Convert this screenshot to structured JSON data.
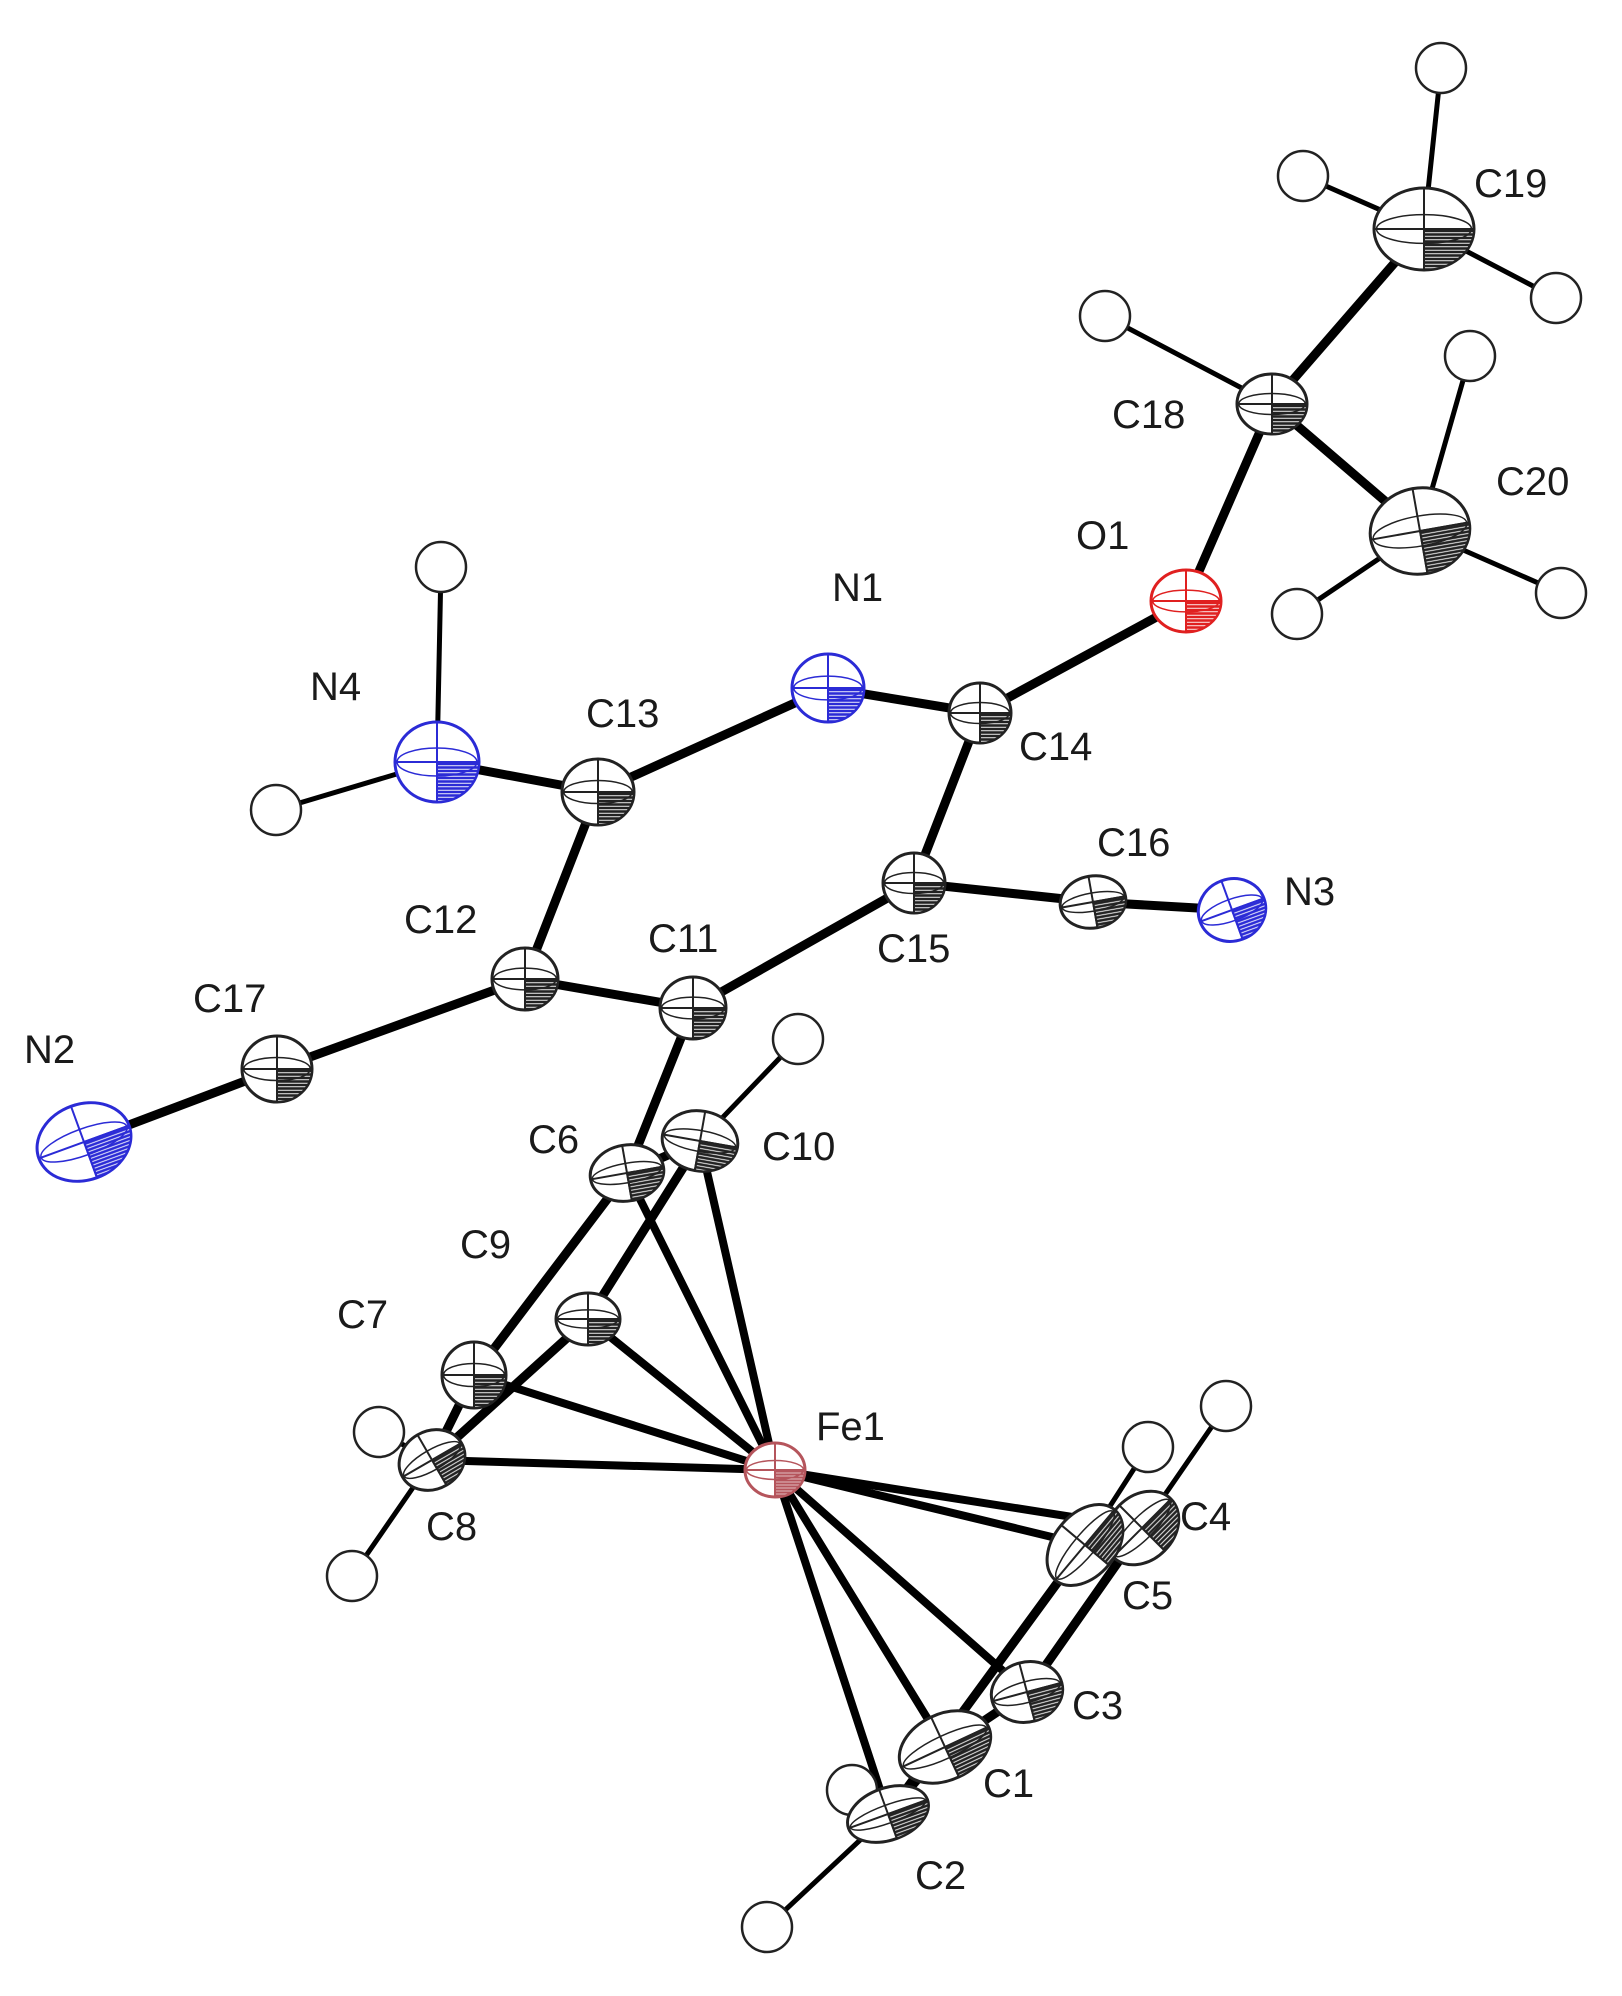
{
  "diagram": {
    "type": "ORTEP molecular structure",
    "colors": {
      "carbon": "#222222",
      "nitrogen": "#2b2bd6",
      "oxygen": "#e02020",
      "iron": "#b5555c",
      "hydrogen": "#222222",
      "bond": "#000000"
    },
    "atoms": [
      {
        "id": "C1",
        "label": "C1",
        "element": "C"
      },
      {
        "id": "C2",
        "label": "C2",
        "element": "C"
      },
      {
        "id": "C3",
        "label": "C3",
        "element": "C"
      },
      {
        "id": "C4",
        "label": "C4",
        "element": "C"
      },
      {
        "id": "C5",
        "label": "C5",
        "element": "C"
      },
      {
        "id": "C6",
        "label": "C6",
        "element": "C"
      },
      {
        "id": "C7",
        "label": "C7",
        "element": "C"
      },
      {
        "id": "C8",
        "label": "C8",
        "element": "C"
      },
      {
        "id": "C9",
        "label": "C9",
        "element": "C"
      },
      {
        "id": "C10",
        "label": "C10",
        "element": "C"
      },
      {
        "id": "C11",
        "label": "C11",
        "element": "C"
      },
      {
        "id": "C12",
        "label": "C12",
        "element": "C"
      },
      {
        "id": "C13",
        "label": "C13",
        "element": "C"
      },
      {
        "id": "C14",
        "label": "C14",
        "element": "C"
      },
      {
        "id": "C15",
        "label": "C15",
        "element": "C"
      },
      {
        "id": "C16",
        "label": "C16",
        "element": "C"
      },
      {
        "id": "C17",
        "label": "C17",
        "element": "C"
      },
      {
        "id": "C18",
        "label": "C18",
        "element": "C"
      },
      {
        "id": "C19",
        "label": "C19",
        "element": "C"
      },
      {
        "id": "C20",
        "label": "C20",
        "element": "C"
      },
      {
        "id": "N1",
        "label": "N1",
        "element": "N"
      },
      {
        "id": "N2",
        "label": "N2",
        "element": "N"
      },
      {
        "id": "N3",
        "label": "N3",
        "element": "N"
      },
      {
        "id": "N4",
        "label": "N4",
        "element": "N"
      },
      {
        "id": "O1",
        "label": "O1",
        "element": "O"
      },
      {
        "id": "Fe1",
        "label": "Fe1",
        "element": "Fe"
      }
    ],
    "bonds": [
      [
        "C11",
        "C12"
      ],
      [
        "C12",
        "C13"
      ],
      [
        "C13",
        "N1"
      ],
      [
        "N1",
        "C14"
      ],
      [
        "C14",
        "C15"
      ],
      [
        "C15",
        "C11"
      ],
      [
        "C13",
        "N4"
      ],
      [
        "C12",
        "C17"
      ],
      [
        "C17",
        "N2"
      ],
      [
        "C15",
        "C16"
      ],
      [
        "C16",
        "N3"
      ],
      [
        "C14",
        "O1"
      ],
      [
        "O1",
        "C18"
      ],
      [
        "C18",
        "C19"
      ],
      [
        "C18",
        "C20"
      ],
      [
        "C11",
        "C6"
      ],
      [
        "C6",
        "C7"
      ],
      [
        "C7",
        "C8"
      ],
      [
        "C8",
        "C9"
      ],
      [
        "C9",
        "C10"
      ],
      [
        "C10",
        "C6"
      ],
      [
        "C1",
        "C2"
      ],
      [
        "C1",
        "C3"
      ],
      [
        "C3",
        "C4"
      ],
      [
        "C4",
        "C5"
      ],
      [
        "C5",
        "C2"
      ],
      [
        "Fe1",
        "C1"
      ],
      [
        "Fe1",
        "C2"
      ],
      [
        "Fe1",
        "C3"
      ],
      [
        "Fe1",
        "C4"
      ],
      [
        "Fe1",
        "C5"
      ],
      [
        "Fe1",
        "C6"
      ],
      [
        "Fe1",
        "C7"
      ],
      [
        "Fe1",
        "C8"
      ],
      [
        "Fe1",
        "C9"
      ],
      [
        "Fe1",
        "C10"
      ]
    ]
  }
}
